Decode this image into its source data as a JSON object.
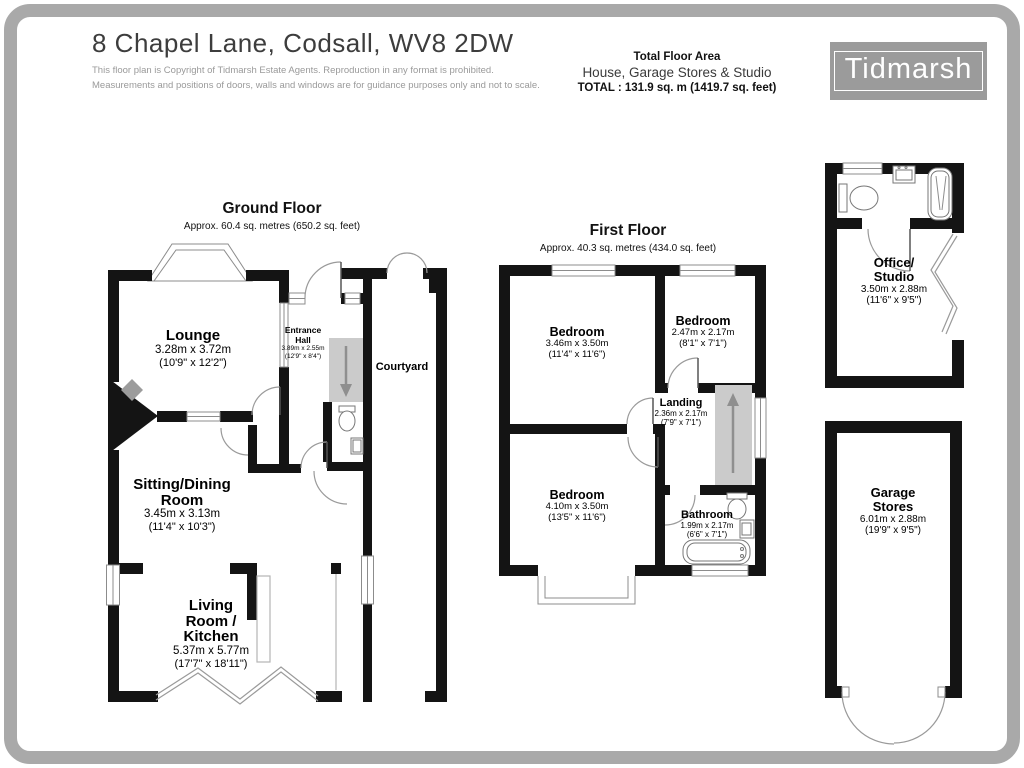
{
  "page": {
    "title": "8 Chapel Lane, Codsall, WV8 2DW",
    "copyright": "This floor plan is Copyright of Tidmarsh Estate Agents. Reproduction in any format is prohibited. Measurements and positions of doors, walls and windows are for guidance purposes only and not to scale.",
    "total_area": {
      "label": "Total Floor Area",
      "scope": "House, Garage Stores & Studio",
      "value": "TOTAL :  131.9 sq. m (1419.7 sq. feet)"
    },
    "brand": "Tidmarsh"
  },
  "floors": {
    "ground": {
      "title": "Ground Floor",
      "subtitle": "Approx. 60.4 sq. metres (650.2 sq. feet)"
    },
    "first": {
      "title": "First Floor",
      "subtitle": "Approx. 40.3 sq. metres (434.0 sq. feet)"
    }
  },
  "rooms": {
    "lounge": {
      "lines": [
        "Lounge"
      ],
      "metric": "3.28m x 3.72m",
      "imperial": "(10'9\" x 12'2\")"
    },
    "entrance_hall": {
      "lines": [
        "Entrance",
        "Hall"
      ],
      "metric": "3.89m x 2.55m",
      "imperial": "(12'9\" x 8'4\")"
    },
    "courtyard": {
      "lines": [
        "Courtyard"
      ]
    },
    "sitting_dining": {
      "lines": [
        "Sitting/Dining",
        "Room"
      ],
      "metric": "3.45m x 3.13m",
      "imperial": "(11'4\" x 10'3\")"
    },
    "living_kitchen": {
      "lines": [
        "Living",
        "Room /",
        "Kitchen"
      ],
      "metric": "5.37m x 5.77m",
      "imperial": "(17'7\" x 18'11\")"
    },
    "bedroom_front": {
      "lines": [
        "Bedroom"
      ],
      "metric": "3.46m x 3.50m",
      "imperial": "(11'4\" x 11'6\")"
    },
    "bedroom_small": {
      "lines": [
        "Bedroom"
      ],
      "metric": "2.47m x 2.17m",
      "imperial": "(8'1\" x 7'1\")"
    },
    "landing": {
      "lines": [
        "Landing"
      ],
      "metric": "2.36m x 2.17m",
      "imperial": "(7'9\" x 7'1\")"
    },
    "bedroom_rear": {
      "lines": [
        "Bedroom"
      ],
      "metric": "4.10m x 3.50m",
      "imperial": "(13'5\" x 11'6\")"
    },
    "bathroom": {
      "lines": [
        "Bathroom"
      ],
      "metric": "1.99m x 2.17m",
      "imperial": "(6'6\" x 7'1\")"
    },
    "office_studio": {
      "lines": [
        "Office/",
        "Studio"
      ],
      "metric": "3.50m x 2.88m",
      "imperial": "(11'6\" x 9'5\")"
    },
    "garage_stores": {
      "lines": [
        "Garage",
        "Stores"
      ],
      "metric": "6.01m x 2.88m",
      "imperial": "(19'9\" x 9'5\")"
    }
  }
}
